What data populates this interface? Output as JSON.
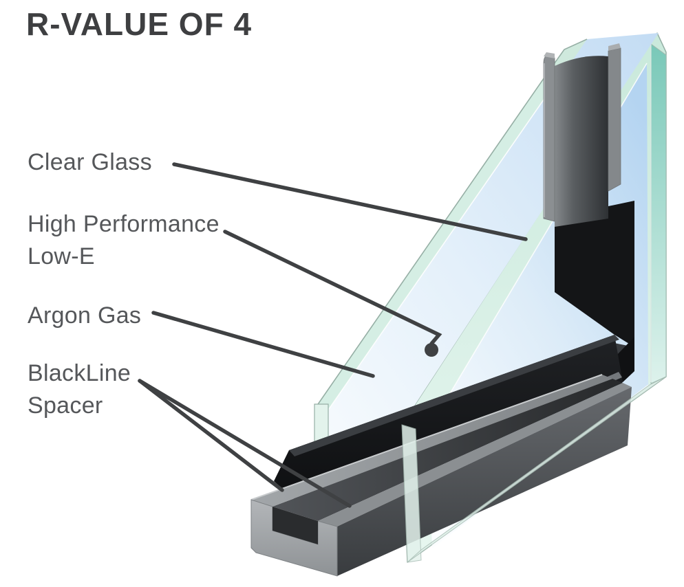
{
  "title": "R-VALUE OF 4",
  "labels": [
    {
      "id": "clear-glass",
      "lines": [
        "Clear Glass"
      ],
      "target": "glass-pane-cut-edge"
    },
    {
      "id": "low-e",
      "lines": [
        "High Performance",
        "Low-E"
      ],
      "target": "low-e-coating-surface"
    },
    {
      "id": "argon",
      "lines": [
        "Argon Gas"
      ],
      "target": "argon-gap-between-panes"
    },
    {
      "id": "spacer",
      "lines": [
        "BlackLine",
        "Spacer"
      ],
      "target": "blackline-spacer-channel"
    }
  ],
  "palette": {
    "title_text": "#3e3f41",
    "label_text": "#55575a",
    "leader_line": "#3f4143",
    "glass_face_blue": "#b9d7f2",
    "glass_edge_mint": "#d5eee4",
    "glass_side_teal": "#7ec9b9",
    "spacer_black": "#141517",
    "channel_gray": "#8e9295"
  }
}
